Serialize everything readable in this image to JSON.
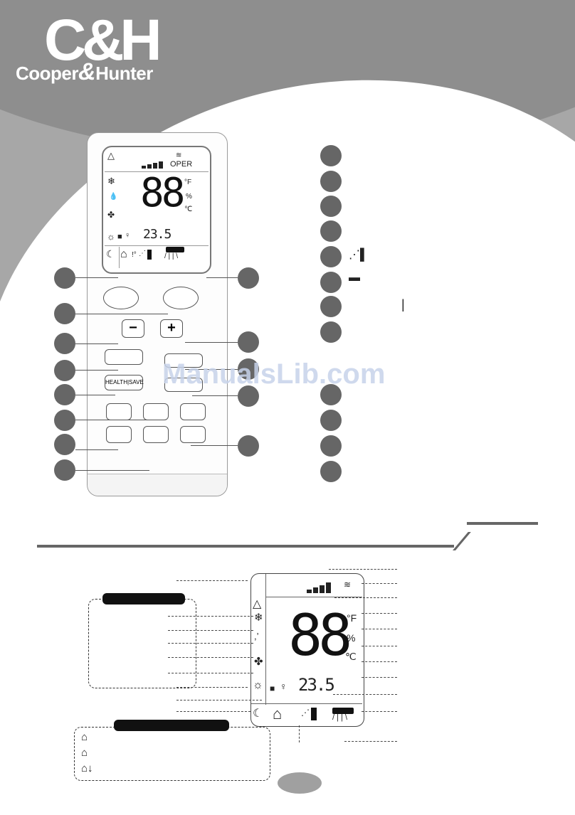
{
  "brand": {
    "logo_mark": "C&H",
    "name_left": "Cooper",
    "amp": "&",
    "name_right": "Hunter"
  },
  "watermark": "ManualsLib.com",
  "remote": {
    "lcd_oper": "OPER",
    "lcd_big_digits": "88",
    "lcd_small_digits": "23.5",
    "unit_f": "°F",
    "unit_percent": "%",
    "unit_c": "℃",
    "btn_minus": "−",
    "btn_plus": "+",
    "health_label": "HEALTH",
    "save_label": "SAVE"
  },
  "legend_separator": "|",
  "display": {
    "big_digits": "88",
    "small_digits": "23.5",
    "unit_f": "°F",
    "unit_percent": "%",
    "unit_c": "℃"
  },
  "icons": {
    "auto": "auto-mode-icon",
    "cool": "snowflake-icon",
    "dry": "drops-icon",
    "fan": "fan-icon",
    "heat": "sun-icon",
    "sleep": "moon-icon",
    "lock": "lock-icon",
    "light": "bulb-icon",
    "signal": "signal-icon",
    "house": "house-icon"
  },
  "colors": {
    "band": "#a7a7a7",
    "band_dark": "#8e8e8e",
    "callout": "#666666",
    "watermark": "#c7d3ea"
  }
}
